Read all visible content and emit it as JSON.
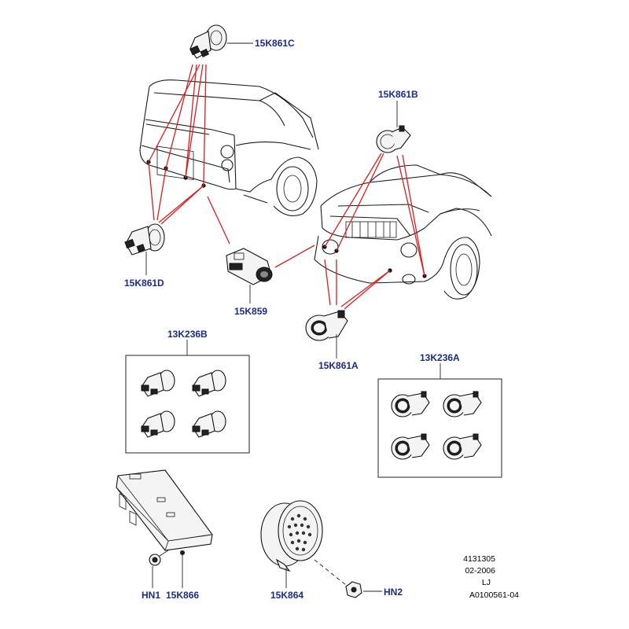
{
  "callouts": {
    "p15k861c": "15K861C",
    "p15k861b": "15K861B",
    "p15k861d": "15K861D",
    "p15k859": "15K859",
    "p15k861a": "15K861A",
    "p13k236b": "13K236B",
    "p13k236a": "13K236A",
    "hn1": "HN1",
    "p15k866": "15K866",
    "p15k864": "15K864",
    "hn2": "HN2"
  },
  "info_block": {
    "line1": "4131305",
    "line2": "02-2006",
    "line3": "LJ",
    "line4": "A0100561-04"
  },
  "colors": {
    "callout_text": "#1a2a8c",
    "callout_lines": "#d81e1e",
    "linework": "#1a1a1a"
  }
}
